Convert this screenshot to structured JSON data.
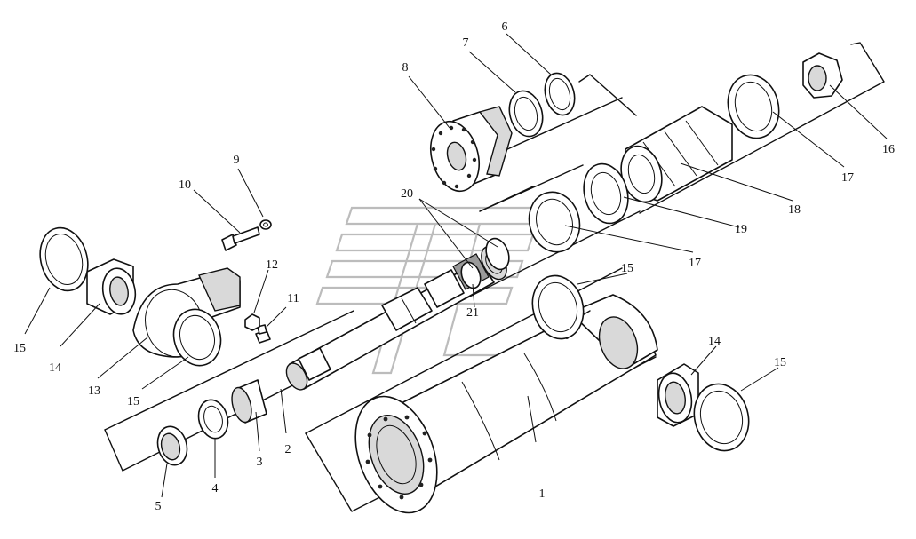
{
  "labels": [
    {
      "id": "c1",
      "text": "1"
    },
    {
      "id": "c2",
      "text": "2"
    },
    {
      "id": "c3",
      "text": "3"
    },
    {
      "id": "c4",
      "text": "4"
    },
    {
      "id": "c5",
      "text": "5"
    },
    {
      "id": "c6",
      "text": "6"
    },
    {
      "id": "c7",
      "text": "7"
    },
    {
      "id": "c8",
      "text": "8"
    },
    {
      "id": "c9",
      "text": "9"
    },
    {
      "id": "c10",
      "text": "10"
    },
    {
      "id": "c11",
      "text": "11"
    },
    {
      "id": "c12",
      "text": "12"
    },
    {
      "id": "c13",
      "text": "13"
    },
    {
      "id": "c14a",
      "text": "14"
    },
    {
      "id": "c14b",
      "text": "14"
    },
    {
      "id": "c15a",
      "text": "15"
    },
    {
      "id": "c15b",
      "text": "15"
    },
    {
      "id": "c15c",
      "text": "15"
    },
    {
      "id": "c15d",
      "text": "15"
    },
    {
      "id": "c16",
      "text": "16"
    },
    {
      "id": "c17a",
      "text": "17"
    },
    {
      "id": "c17b",
      "text": "17"
    },
    {
      "id": "c18",
      "text": "18"
    },
    {
      "id": "c19",
      "text": "19"
    },
    {
      "id": "c20",
      "text": "20"
    },
    {
      "id": "c21",
      "text": "21"
    }
  ]
}
